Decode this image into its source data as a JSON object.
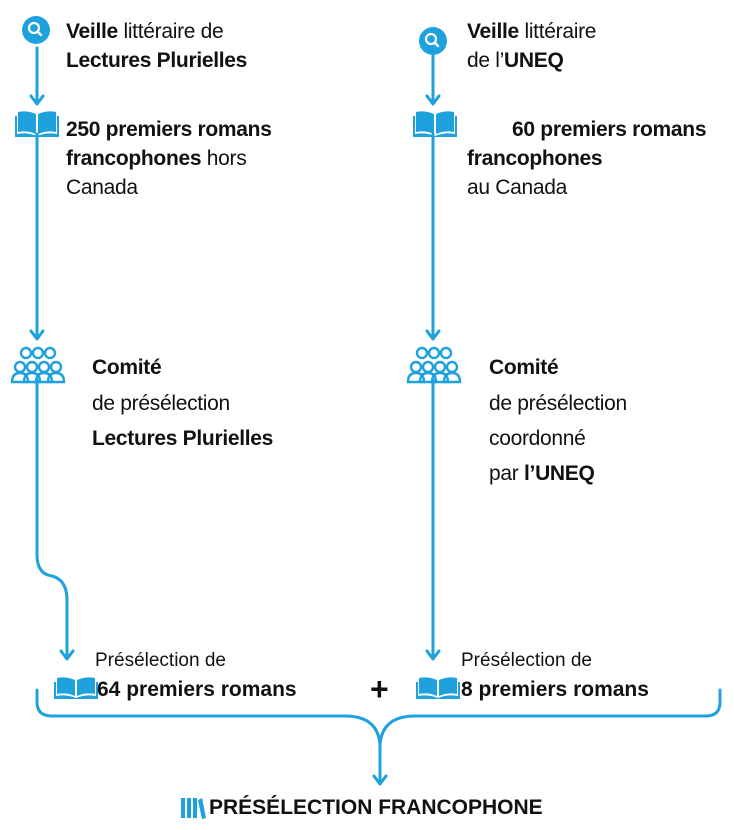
{
  "colors": {
    "accent": "#1ea1dc",
    "text": "#111111"
  },
  "left": {
    "source": {
      "bold": "Veille",
      "rest": " littéraire de",
      "line2": "Lectures Plurielles"
    },
    "books": {
      "bold1": "250 premiers romans",
      "bold2": "francophones",
      "rest2": " hors",
      "line3": "Canada"
    },
    "committee": {
      "line1": "Comité",
      "line2": "de présélection",
      "line3": "Lectures Plurielles"
    },
    "result": {
      "caption": "Présélection de",
      "label": "64 premiers romans"
    }
  },
  "right": {
    "source": {
      "bold": "Veille",
      "rest": " littéraire",
      "line2_pre": "de l’",
      "line2_bold": "UNEQ"
    },
    "books": {
      "bold1": "60 premiers romans",
      "bold2": "francophones",
      "line3": "au Canada"
    },
    "committee": {
      "line1": "Comité",
      "line2": "de présélection",
      "line3": "coordonné",
      "line4_pre": "par ",
      "line4_bold": "l’UNEQ"
    },
    "result": {
      "caption": "Présélection de",
      "label": "8 premiers romans"
    }
  },
  "plus": "+",
  "final": {
    "label": "PRÉSÉLECTION FRANCOPHONE"
  },
  "icons": {
    "search": "search-icon",
    "book": "open-book-icon",
    "group": "people-group-icon",
    "shelf": "books-shelf-icon"
  }
}
